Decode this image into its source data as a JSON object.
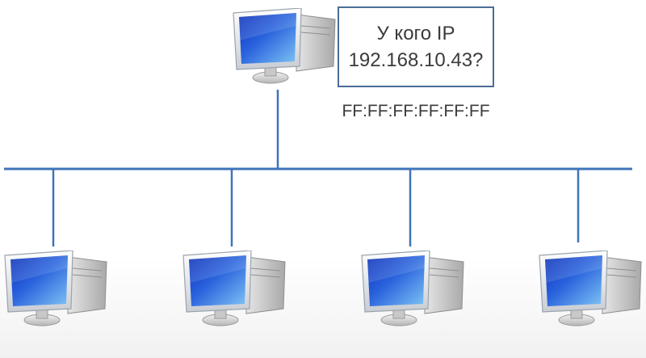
{
  "callout": {
    "line1": "У кого IP",
    "line2": "192.168.10.43?"
  },
  "broadcast_mac": "FF:FF:FF:FF:FF:FF",
  "colors": {
    "wire": "#3f74b8",
    "screen_dark": "#0b2fb8",
    "screen_light": "#7ec4f4",
    "case": "#c4c4c4",
    "callout_border": "#4a6d96"
  },
  "nodes": [
    {
      "role": "sender",
      "icon": "monitor-icon"
    },
    {
      "role": "host",
      "icon": "monitor-icon"
    },
    {
      "role": "host",
      "icon": "monitor-icon"
    },
    {
      "role": "host",
      "icon": "monitor-icon"
    },
    {
      "role": "host",
      "icon": "monitor-icon"
    }
  ]
}
